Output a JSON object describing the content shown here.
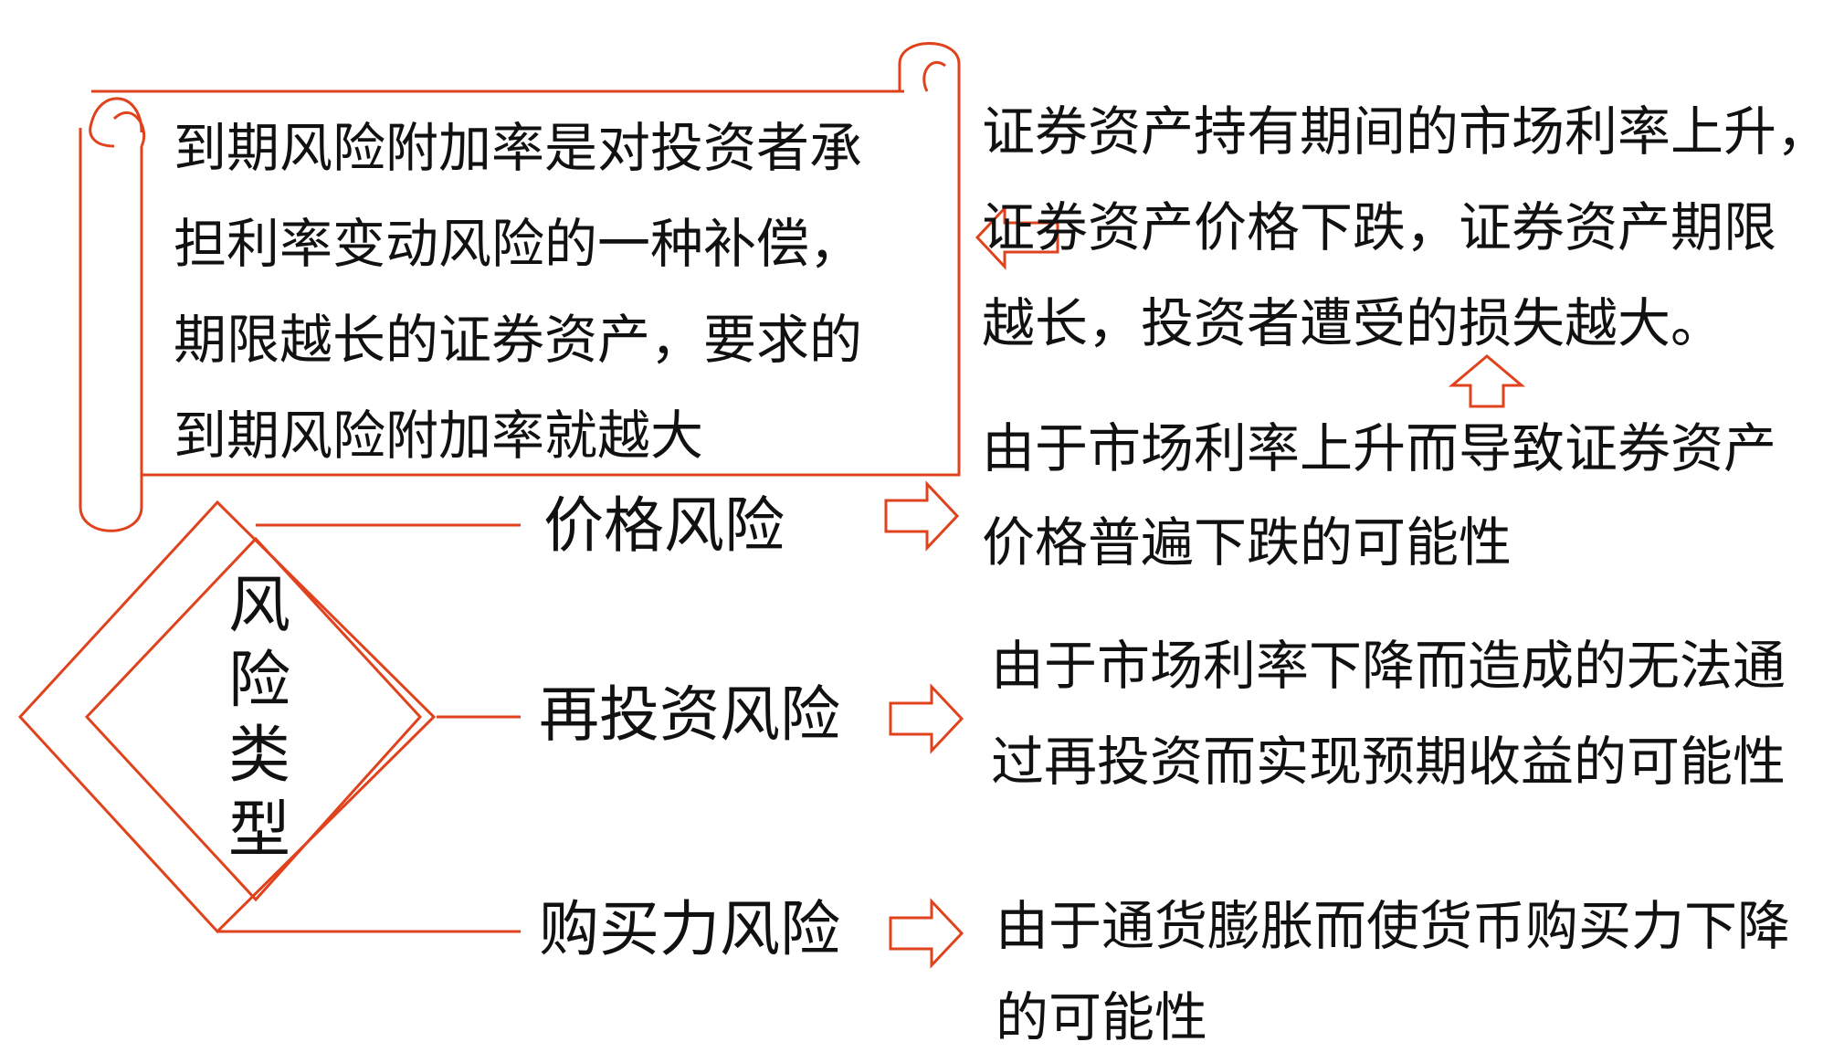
{
  "scroll_note": {
    "lines": [
      "到期风险附加率是对投资者承",
      "担利率变动风险的一种补偿，",
      "期限越长的证券资产，要求的",
      "到期风险附加率就越大"
    ]
  },
  "explanation_box": {
    "lines": [
      "证券资产持有期间的市场利率上升，",
      "证券资产价格下跌，证券资产期限",
      "越长，投资者遭受的损失越大。"
    ]
  },
  "center": {
    "chars": [
      "风",
      "险",
      "类",
      "型"
    ]
  },
  "risks": [
    {
      "label": "价格风险",
      "description": [
        "由于市场利率上升而导致证券资产",
        "价格普遍下跌的可能性"
      ]
    },
    {
      "label": "再投资风险",
      "description": [
        "由于市场利率下降而造成的无法通",
        "过再投资而实现预期收益的可能性"
      ]
    },
    {
      "label": "购买力风险",
      "description": [
        "由于通货膨胀而使货币购买力下降",
        "的可能性"
      ]
    }
  ],
  "colors": {
    "accent": "#e0421d",
    "text": "#111111"
  }
}
